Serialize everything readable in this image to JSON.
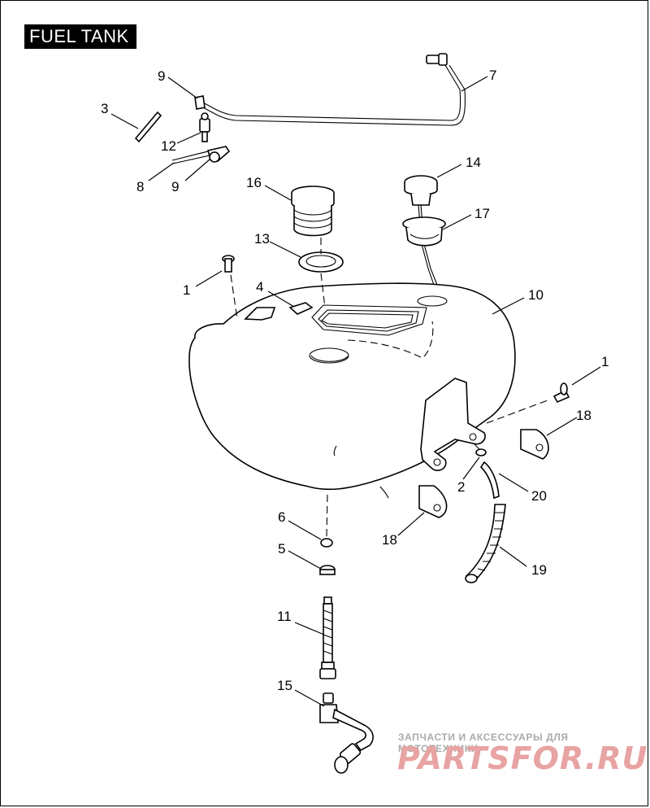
{
  "title": "FUEL TANK",
  "callouts": [
    {
      "id": "c9a",
      "label": "9"
    },
    {
      "id": "c7",
      "label": "7"
    },
    {
      "id": "c3",
      "label": "3"
    },
    {
      "id": "c12",
      "label": "12"
    },
    {
      "id": "c8",
      "label": "8"
    },
    {
      "id": "c9b",
      "label": "9"
    },
    {
      "id": "c16",
      "label": "16"
    },
    {
      "id": "c14",
      "label": "14"
    },
    {
      "id": "c17",
      "label": "17"
    },
    {
      "id": "c13",
      "label": "13"
    },
    {
      "id": "c1a",
      "label": "1"
    },
    {
      "id": "c4",
      "label": "4"
    },
    {
      "id": "c10",
      "label": "10"
    },
    {
      "id": "c1b",
      "label": "1"
    },
    {
      "id": "c18a",
      "label": "18"
    },
    {
      "id": "c2",
      "label": "2"
    },
    {
      "id": "c20",
      "label": "20"
    },
    {
      "id": "c6",
      "label": "6"
    },
    {
      "id": "c18b",
      "label": "18"
    },
    {
      "id": "c5",
      "label": "5"
    },
    {
      "id": "c19",
      "label": "19"
    },
    {
      "id": "c11",
      "label": "11"
    },
    {
      "id": "c15",
      "label": "15"
    }
  ],
  "watermark": {
    "tagline": "ЗАПЧАСТИ И АКСЕССУАРЫ ДЛЯ МОТОТЕХНИКИ",
    "logo": "PARTSFOR.RU",
    "color": "#e8a3a3"
  }
}
